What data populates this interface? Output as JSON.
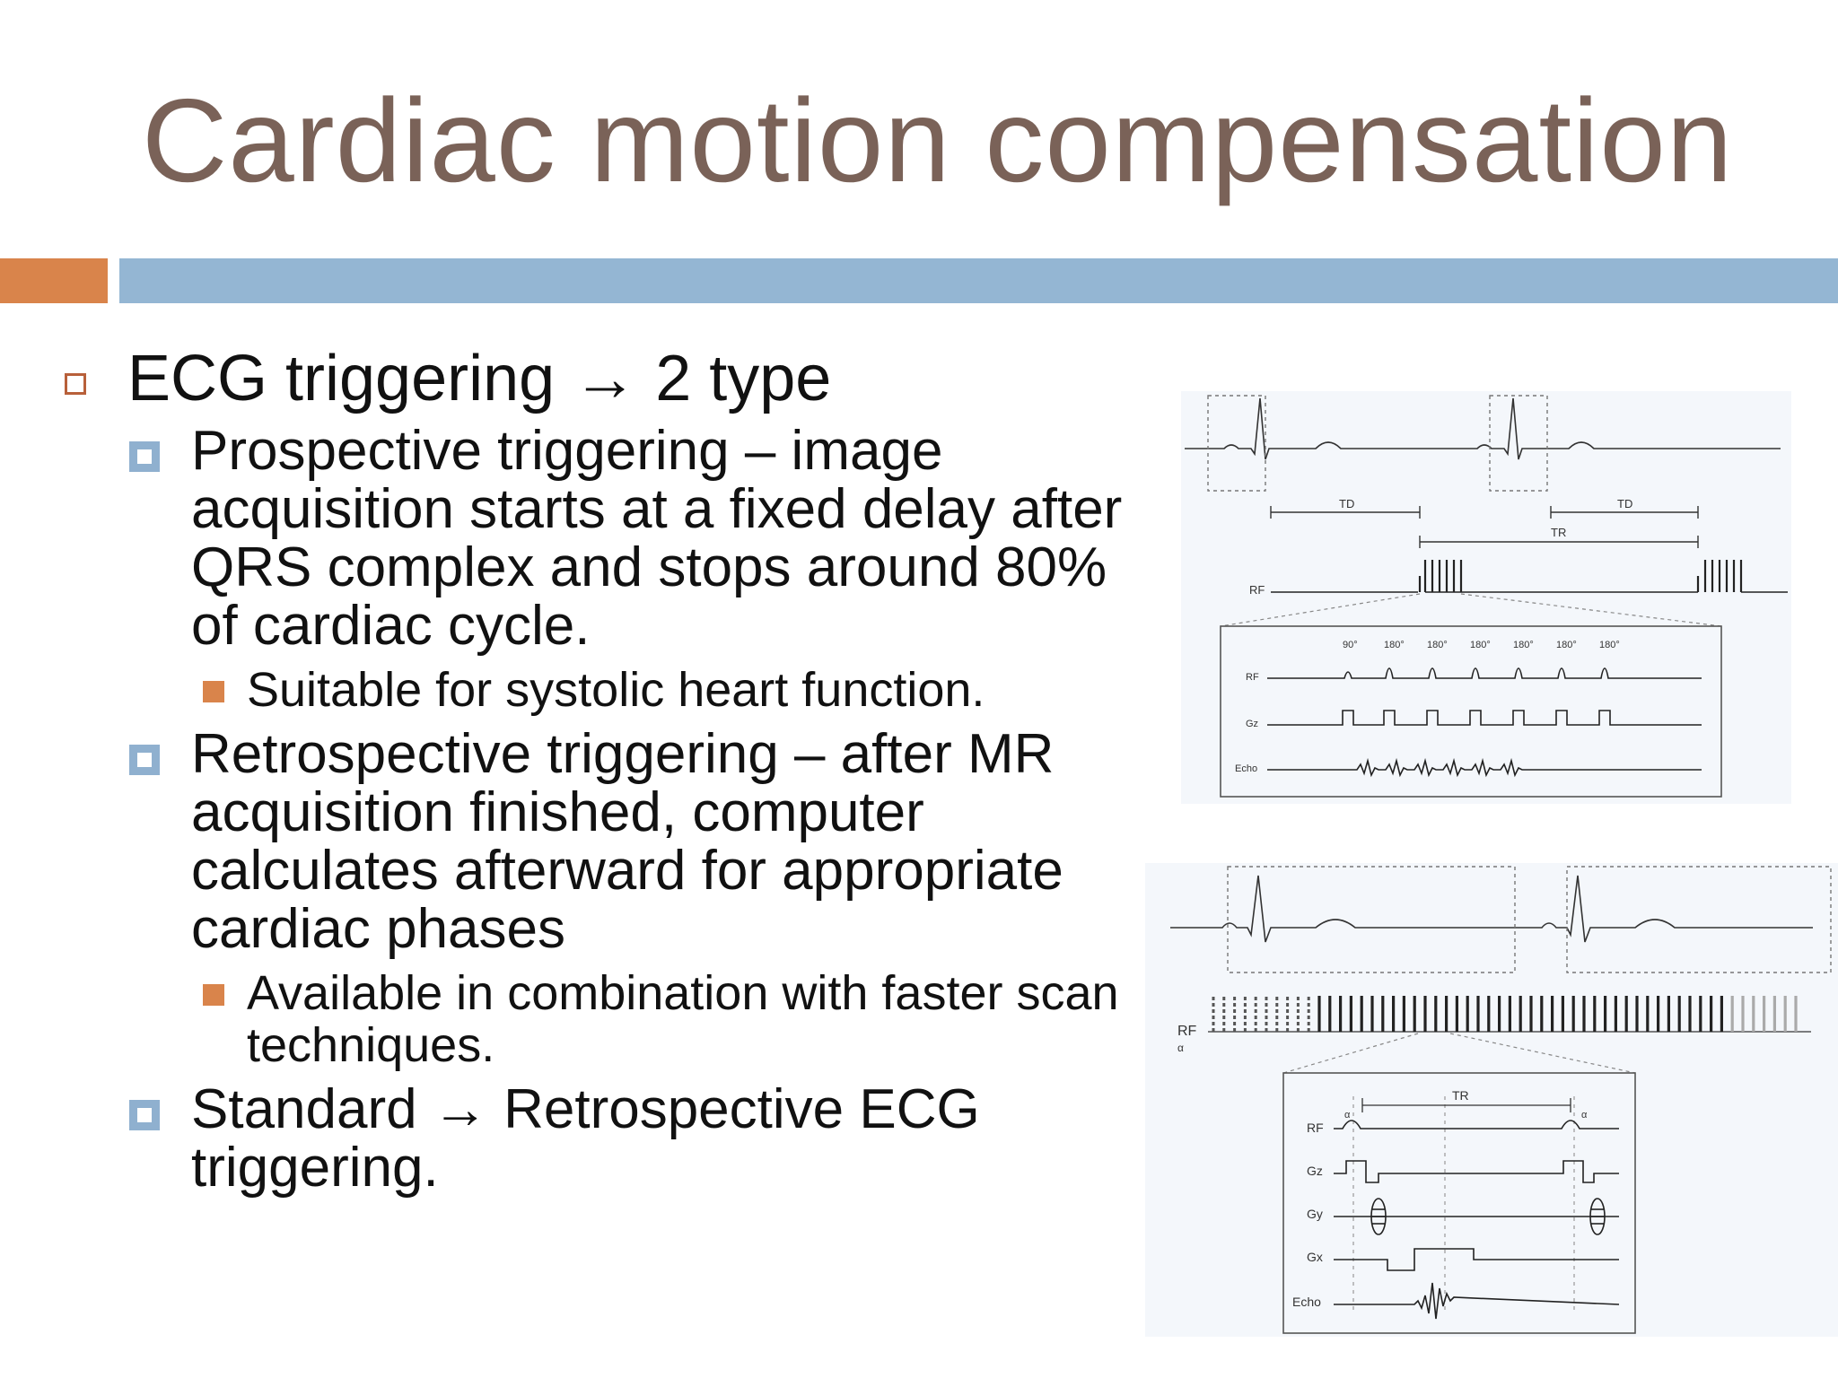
{
  "slide": {
    "title": "Cardiac motion compensation"
  },
  "bullets": {
    "main": "ECG triggering → 2 type",
    "prospective": "Prospective triggering – image acquisition starts at a fixed delay after QRS complex and stops around 80% of cardiac cycle.",
    "prospective_sub": "Suitable for systolic heart function.",
    "retrospective": "Retrospective triggering – after MR acquisition finished, computer calculates afterward for appropriate cardiac phases",
    "retrospective_sub": "Available in combination with faster scan techniques.",
    "standard": "Standard → Retrospective ECG triggering."
  },
  "figure_top": {
    "td_label_1": "TD",
    "td_label_2": "TD",
    "tr_label": "TR",
    "rf_label": "RF",
    "inset_angles": [
      "90°",
      "180°",
      "180°",
      "180°",
      "180°",
      "180°",
      "180°"
    ],
    "inset_rf_label": "RF",
    "inset_gz_label": "Gz",
    "inset_echo_label": "Echo"
  },
  "figure_bottom": {
    "rf_label": "RF",
    "alpha_label": "α",
    "tr_label": "TR",
    "inset_rf_label": "RF",
    "inset_gz_label": "Gz",
    "inset_gy_label": "Gy",
    "inset_gx_label": "Gx",
    "inset_echo_label": "Echo",
    "inset_alpha_1": "α",
    "inset_alpha_2": "α"
  },
  "colors": {
    "title": "#7a6258",
    "accent_orange": "#d9844b",
    "accent_blue": "#94b6d3"
  }
}
